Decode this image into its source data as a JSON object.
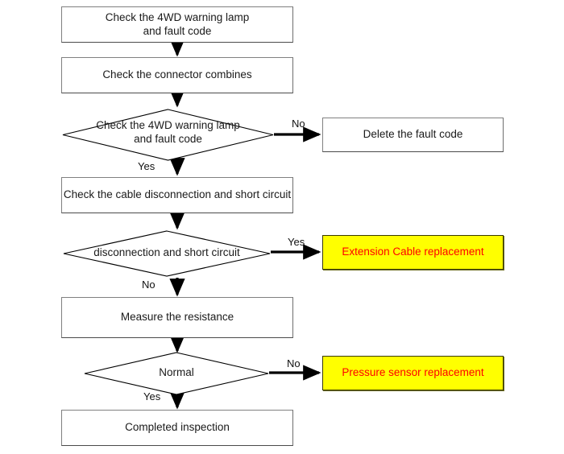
{
  "diagram": {
    "type": "flowchart",
    "title": "4WD warning lamp diagnostic flowchart",
    "colors": {
      "box_border": "#808080",
      "box_fill": "#ffffff",
      "highlight_fill": "#ffff00",
      "highlight_text": "#ff0000",
      "text": "#1a1a1a",
      "connector": "#000000"
    },
    "nodes": [
      {
        "id": "n1",
        "shape": "process",
        "line1": "Check the 4WD warning lamp",
        "line2": "and fault code"
      },
      {
        "id": "n2",
        "shape": "process",
        "line1": "Check the connector combines"
      },
      {
        "id": "d1",
        "shape": "decision",
        "line1": "Check the 4WD warning lamp",
        "line2": "and fault code"
      },
      {
        "id": "n3",
        "shape": "process",
        "line1": "Delete the fault code"
      },
      {
        "id": "n4",
        "shape": "process",
        "line1": "Check the cable disconnection and short circuit"
      },
      {
        "id": "d2",
        "shape": "decision",
        "line1": "disconnection and short circuit"
      },
      {
        "id": "n5",
        "shape": "terminal",
        "line1": "Extension Cable replacement"
      },
      {
        "id": "n6",
        "shape": "process",
        "line1": "Measure the resistance"
      },
      {
        "id": "d3",
        "shape": "decision",
        "line1": "Normal"
      },
      {
        "id": "n7",
        "shape": "terminal",
        "line1": "Pressure sensor replacement"
      },
      {
        "id": "n8",
        "shape": "process",
        "line1": "Completed inspection"
      }
    ],
    "edge_labels": {
      "d1_no": "No",
      "d1_yes": "Yes",
      "d2_yes": "Yes",
      "d2_no": "No",
      "d3_no": "No",
      "d3_yes": "Yes"
    }
  }
}
